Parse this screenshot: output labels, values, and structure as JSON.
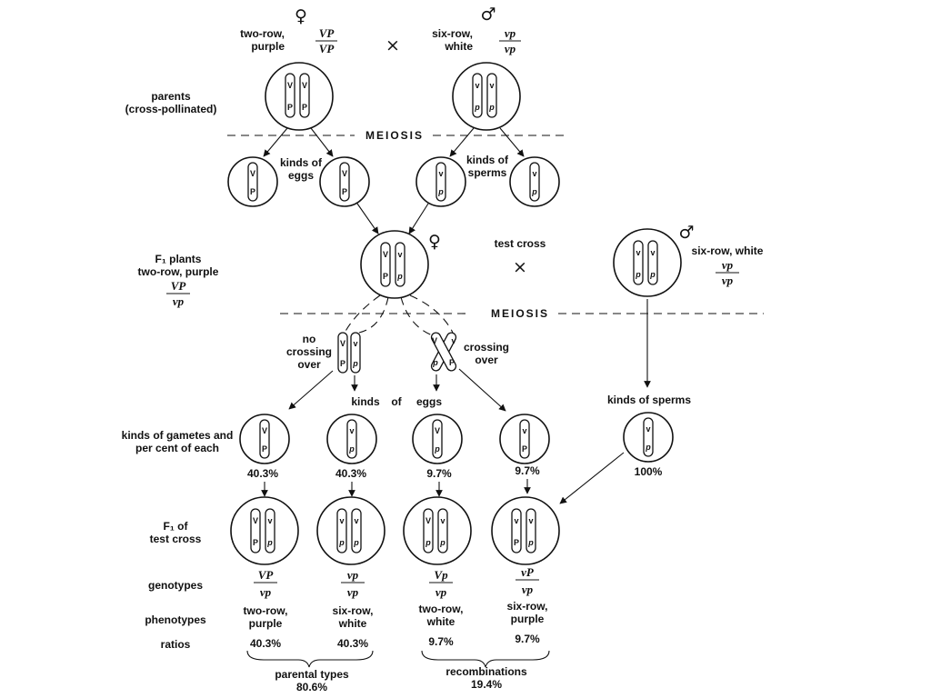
{
  "parents": {
    "female_symbol": "♀",
    "male_symbol": "♂",
    "female_label_1": "two-row,",
    "female_label_2": "purple",
    "female_genotype_top": "VP",
    "female_genotype_bottom": "VP",
    "cross_symbol": "×",
    "male_label_1": "six-row,",
    "male_label_2": "white",
    "male_genotype_top": "vp",
    "male_genotype_bottom": "vp",
    "side_label_1": "parents",
    "side_label_2": "(cross-pollinated)"
  },
  "meiosis_label": "MEIOSIS",
  "gametes1": {
    "eggs_label_1": "kinds of",
    "eggs_label_2": "eggs",
    "sperms_label_1": "kinds of",
    "sperms_label_2": "sperms"
  },
  "f1": {
    "label_1": "F₁ plants",
    "label_2": "two-row, purple",
    "genotype_top": "VP",
    "genotype_bottom": "vp",
    "female_symbol": "♀",
    "test_cross_label": "test cross",
    "cross_symbol": "×",
    "male_symbol": "♂",
    "tester_label": "six-row, white",
    "tester_genotype_top": "vp",
    "tester_genotype_bottom": "vp"
  },
  "meiosis2_label": "MEIOSIS",
  "crossing": {
    "no_crossing_1": "no",
    "no_crossing_2": "crossing",
    "no_crossing_3": "over",
    "crossing_1": "crossing",
    "crossing_2": "over",
    "kinds_of": "kinds",
    "of": "of",
    "eggs": "eggs",
    "kinds_of_sperms": "kinds of sperms"
  },
  "gametes_label_1": "kinds of gametes and",
  "gametes_label_2": "per cent of each",
  "gamete_percents": [
    "40.3%",
    "40.3%",
    "9.7%",
    "9.7%",
    "100%"
  ],
  "testcross_label_1": "F₁ of",
  "testcross_label_2": "test cross",
  "row_labels": {
    "genotypes": "genotypes",
    "phenotypes": "phenotypes",
    "ratios": "ratios"
  },
  "outcomes": [
    {
      "genotype_top": "VP",
      "genotype_bottom": "vp",
      "phenotype_1": "two-row,",
      "phenotype_2": "purple",
      "ratio": "40.3%"
    },
    {
      "genotype_top": "vp",
      "genotype_bottom": "vp",
      "phenotype_1": "six-row,",
      "phenotype_2": "white",
      "ratio": "40.3%"
    },
    {
      "genotype_top": "Vp",
      "genotype_bottom": "vp",
      "phenotype_1": "two-row,",
      "phenotype_2": "white",
      "ratio": "9.7%"
    },
    {
      "genotype_top": "vP",
      "genotype_bottom": "vp",
      "phenotype_1": "six-row,",
      "phenotype_2": "purple",
      "ratio": "9.7%"
    }
  ],
  "totals": {
    "parental_label": "parental types",
    "parental_value": "80.6%",
    "recomb_label": "recombinations",
    "recomb_value": "19.4%"
  }
}
